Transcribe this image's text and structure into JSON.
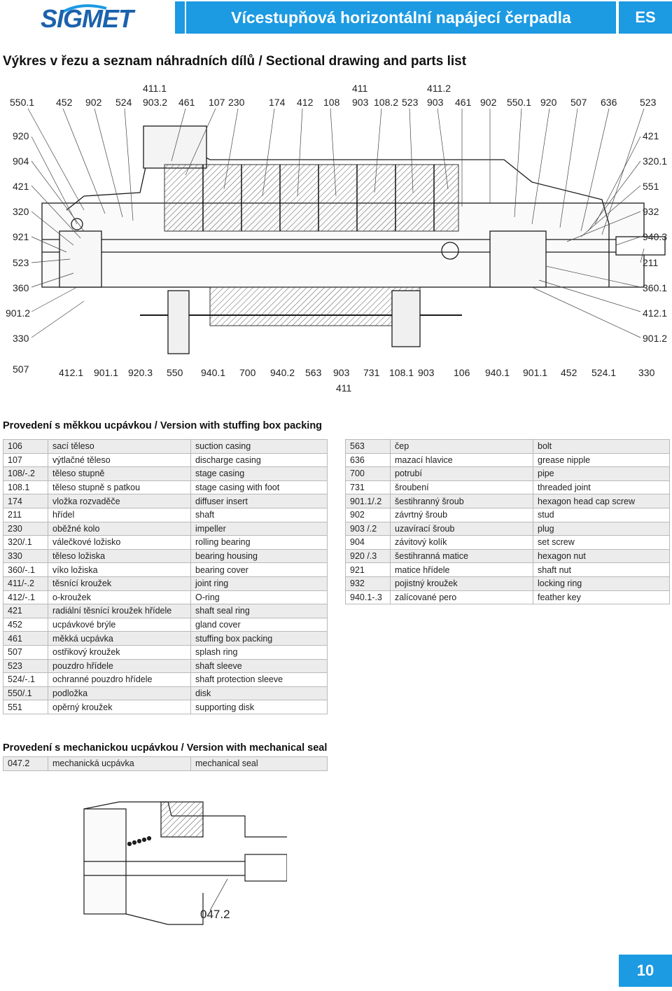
{
  "header": {
    "logo": "SIGMET",
    "title": "Vícestupňová horizontální napájecí čerpadla",
    "lang": "ES"
  },
  "section_title": "Výkres v řezu a seznam náhradních dílů / Sectional drawing and parts list",
  "callouts": {
    "top": [
      "550.1",
      "452",
      "902",
      "524",
      "411.1",
      "903.2",
      "461",
      "107",
      "230",
      "174",
      "412",
      "108",
      "411",
      "903",
      "108.2",
      "523",
      "411.2",
      "903",
      "461",
      "902",
      "550.1",
      "920",
      "507",
      "636",
      "523"
    ],
    "left": [
      "920",
      "904",
      "421",
      "320",
      "921",
      "523",
      "360",
      "901.2",
      "330",
      "507"
    ],
    "right": [
      "421",
      "320.1",
      "551",
      "932",
      "940.3",
      "211",
      "360.1",
      "412.1",
      "901.2"
    ],
    "bottom": [
      "412.1",
      "901.1",
      "920.3",
      "550",
      "940.1",
      "700",
      "940.2",
      "563",
      "903",
      "411",
      "731",
      "108.1",
      "903",
      "106",
      "940.1",
      "901.1",
      "452",
      "524.1",
      "330"
    ]
  },
  "stuffing_box": {
    "title": "Provedení s měkkou ucpávkou / Version with stuffing box packing",
    "left_table": [
      [
        "106",
        "sací těleso",
        "suction casing"
      ],
      [
        "107",
        "výtlačné těleso",
        "discharge casing"
      ],
      [
        "108/-.2",
        "těleso stupně",
        "stage casing"
      ],
      [
        "108.1",
        "těleso stupně s patkou",
        "stage casing with foot"
      ],
      [
        "174",
        "vložka rozvaděče",
        "diffuser insert"
      ],
      [
        "211",
        "hřídel",
        "shaft"
      ],
      [
        "230",
        "oběžné kolo",
        "impeller"
      ],
      [
        "320/.1",
        "válečkové ložisko",
        "rolling bearing"
      ],
      [
        "330",
        "těleso ložiska",
        "bearing housing"
      ],
      [
        "360/-.1",
        "víko ložiska",
        "bearing cover"
      ],
      [
        "411/-.2",
        "těsnící kroužek",
        "joint ring"
      ],
      [
        "412/-.1",
        "o-kroužek",
        "O-ring"
      ],
      [
        "421",
        "radiální těsnící kroužek hřídele",
        "shaft seal ring"
      ],
      [
        "452",
        "ucpávkové brýle",
        "gland cover"
      ],
      [
        "461",
        "měkká ucpávka",
        "stuffing box packing"
      ],
      [
        "507",
        "ostřikový kroužek",
        "splash ring"
      ],
      [
        "523",
        "pouzdro hřídele",
        "shaft sleeve"
      ],
      [
        "524/-.1",
        "ochranné pouzdro hřídele",
        "shaft protection sleeve"
      ],
      [
        "550/.1",
        "podložka",
        "disk"
      ],
      [
        "551",
        "opěrný kroužek",
        "supporting disk"
      ]
    ],
    "right_table": [
      [
        "563",
        "čep",
        "bolt"
      ],
      [
        "636",
        "mazací hlavice",
        "grease nipple"
      ],
      [
        "700",
        "potrubí",
        "pipe"
      ],
      [
        "731",
        "šroubení",
        "threaded joint"
      ],
      [
        "901.1/.2",
        "šestihranný šroub",
        "hexagon head cap screw"
      ],
      [
        "902",
        "závrtný šroub",
        "stud"
      ],
      [
        "903 /.2",
        "uzavírací šroub",
        "plug"
      ],
      [
        "904",
        "závitový kolík",
        "set screw"
      ],
      [
        "920 /.3",
        "šestihranná matice",
        "hexagon nut"
      ],
      [
        "921",
        "matice hřídele",
        "shaft nut"
      ],
      [
        "932",
        "pojistný kroužek",
        "locking ring"
      ],
      [
        "940.1-.3",
        "zalícované pero",
        "feather key"
      ]
    ]
  },
  "mechanical_seal": {
    "title": "Provedení s mechanickou ucpávkou / Version with mechanical seal",
    "table": [
      [
        "047.2",
        "mechanická ucpávka",
        "mechanical seal"
      ]
    ],
    "drawing_label": "047.2"
  },
  "page_number": "10",
  "colors": {
    "brand_blue": "#1c9ae2",
    "logo_blue": "#1b62ad",
    "row_shade": "#ececec"
  }
}
